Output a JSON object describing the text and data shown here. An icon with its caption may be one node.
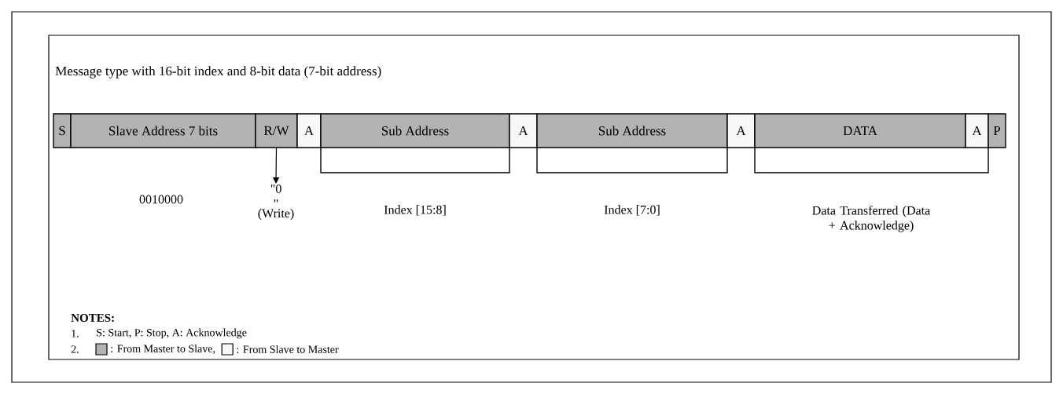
{
  "diagram": {
    "title": "Message type with 16-bit index and 8-bit data (7-bit address)",
    "nodes": [
      {
        "text": [
          "S"
        ]
      },
      {
        "text": [
          "Slave Address 7 bits"
        ]
      },
      {
        "text": [
          "R/W"
        ]
      },
      {
        "text": [
          "A"
        ]
      },
      {
        "text": [
          "Sub Address"
        ]
      },
      {
        "text": [
          "A"
        ]
      },
      {
        "text": [
          "Sub Address"
        ]
      },
      {
        "text": [
          "A"
        ]
      },
      {
        "text": [
          "DATA"
        ]
      },
      {
        "text": [
          "A"
        ]
      },
      {
        "text": [
          "P"
        ]
      },
      {
        "text": [
          "\"0 \"",
          "(Write)"
        ]
      }
    ],
    "edges": [
      {
        "from": 2,
        "to": 11,
        "arrow": "to"
      }
    ],
    "labels": [
      "0010000",
      "Index [15:8]",
      "Index [7:0]",
      "Data Transferred (Data + Acknowledge)",
      "NOTES:",
      "1.",
      "S: Start,  P: Stop, A: Acknowledge",
      "2."
    ],
    "legend": [
      {
        "text": ": From Master to Slave,",
        "color": "#b3b3b3"
      },
      {
        "text": ": From Slave to Master",
        "color": "#f8f8f8"
      }
    ]
  }
}
